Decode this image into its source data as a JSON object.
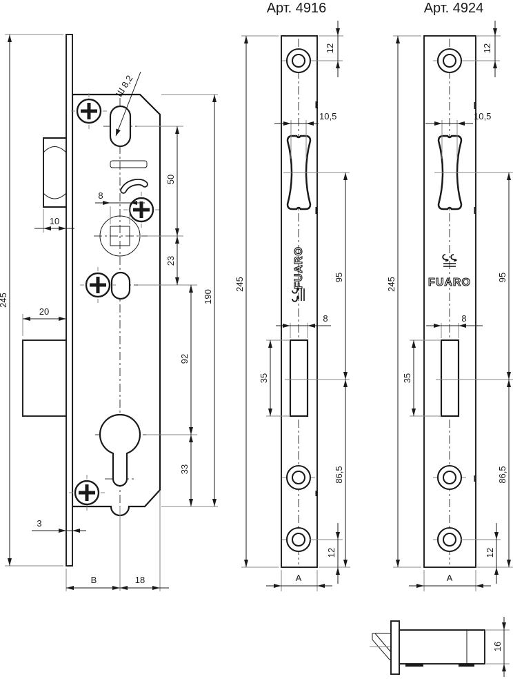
{
  "page": {
    "background": "#ffffff",
    "line_color": "#1a1a1a"
  },
  "lock_body_view": {
    "overall_height": "245",
    "case_height": "190",
    "follower_slot_width": "Ш 8,2",
    "follower_to_spindle": "50",
    "spindle_square_size": "8",
    "spindle_to_oval": "23",
    "oval_to_cylinder": "92",
    "cylinder_to_bottom": "33",
    "latch_protrusion": "10",
    "bolt_protrusion": "20",
    "faceplate_thickness": "3",
    "backset_label": "B",
    "center_to_edge": "18"
  },
  "plate_4916": {
    "title": "Арт. 4916",
    "brand": "FUARO",
    "top_screw_offset": "12",
    "latch_cutout_width": "10,5",
    "height": "245",
    "latch_to_bolt": "95",
    "bolt_cutout_width": "8",
    "bolt_cutout_height": "35",
    "bolt_to_bottom": "86,5",
    "bottom_screw_offset": "12",
    "width_label": "A"
  },
  "plate_4924": {
    "title": "Арт. 4924",
    "brand": "FUARO",
    "top_screw_offset": "12",
    "latch_cutout_width": "10,5",
    "height": "245",
    "latch_to_bolt": "95",
    "bolt_cutout_width": "8",
    "bolt_cutout_height": "35",
    "bolt_to_bottom": "86,5",
    "bottom_screw_offset": "12",
    "width_label": "A"
  },
  "side_view": {
    "case_depth": "16"
  }
}
